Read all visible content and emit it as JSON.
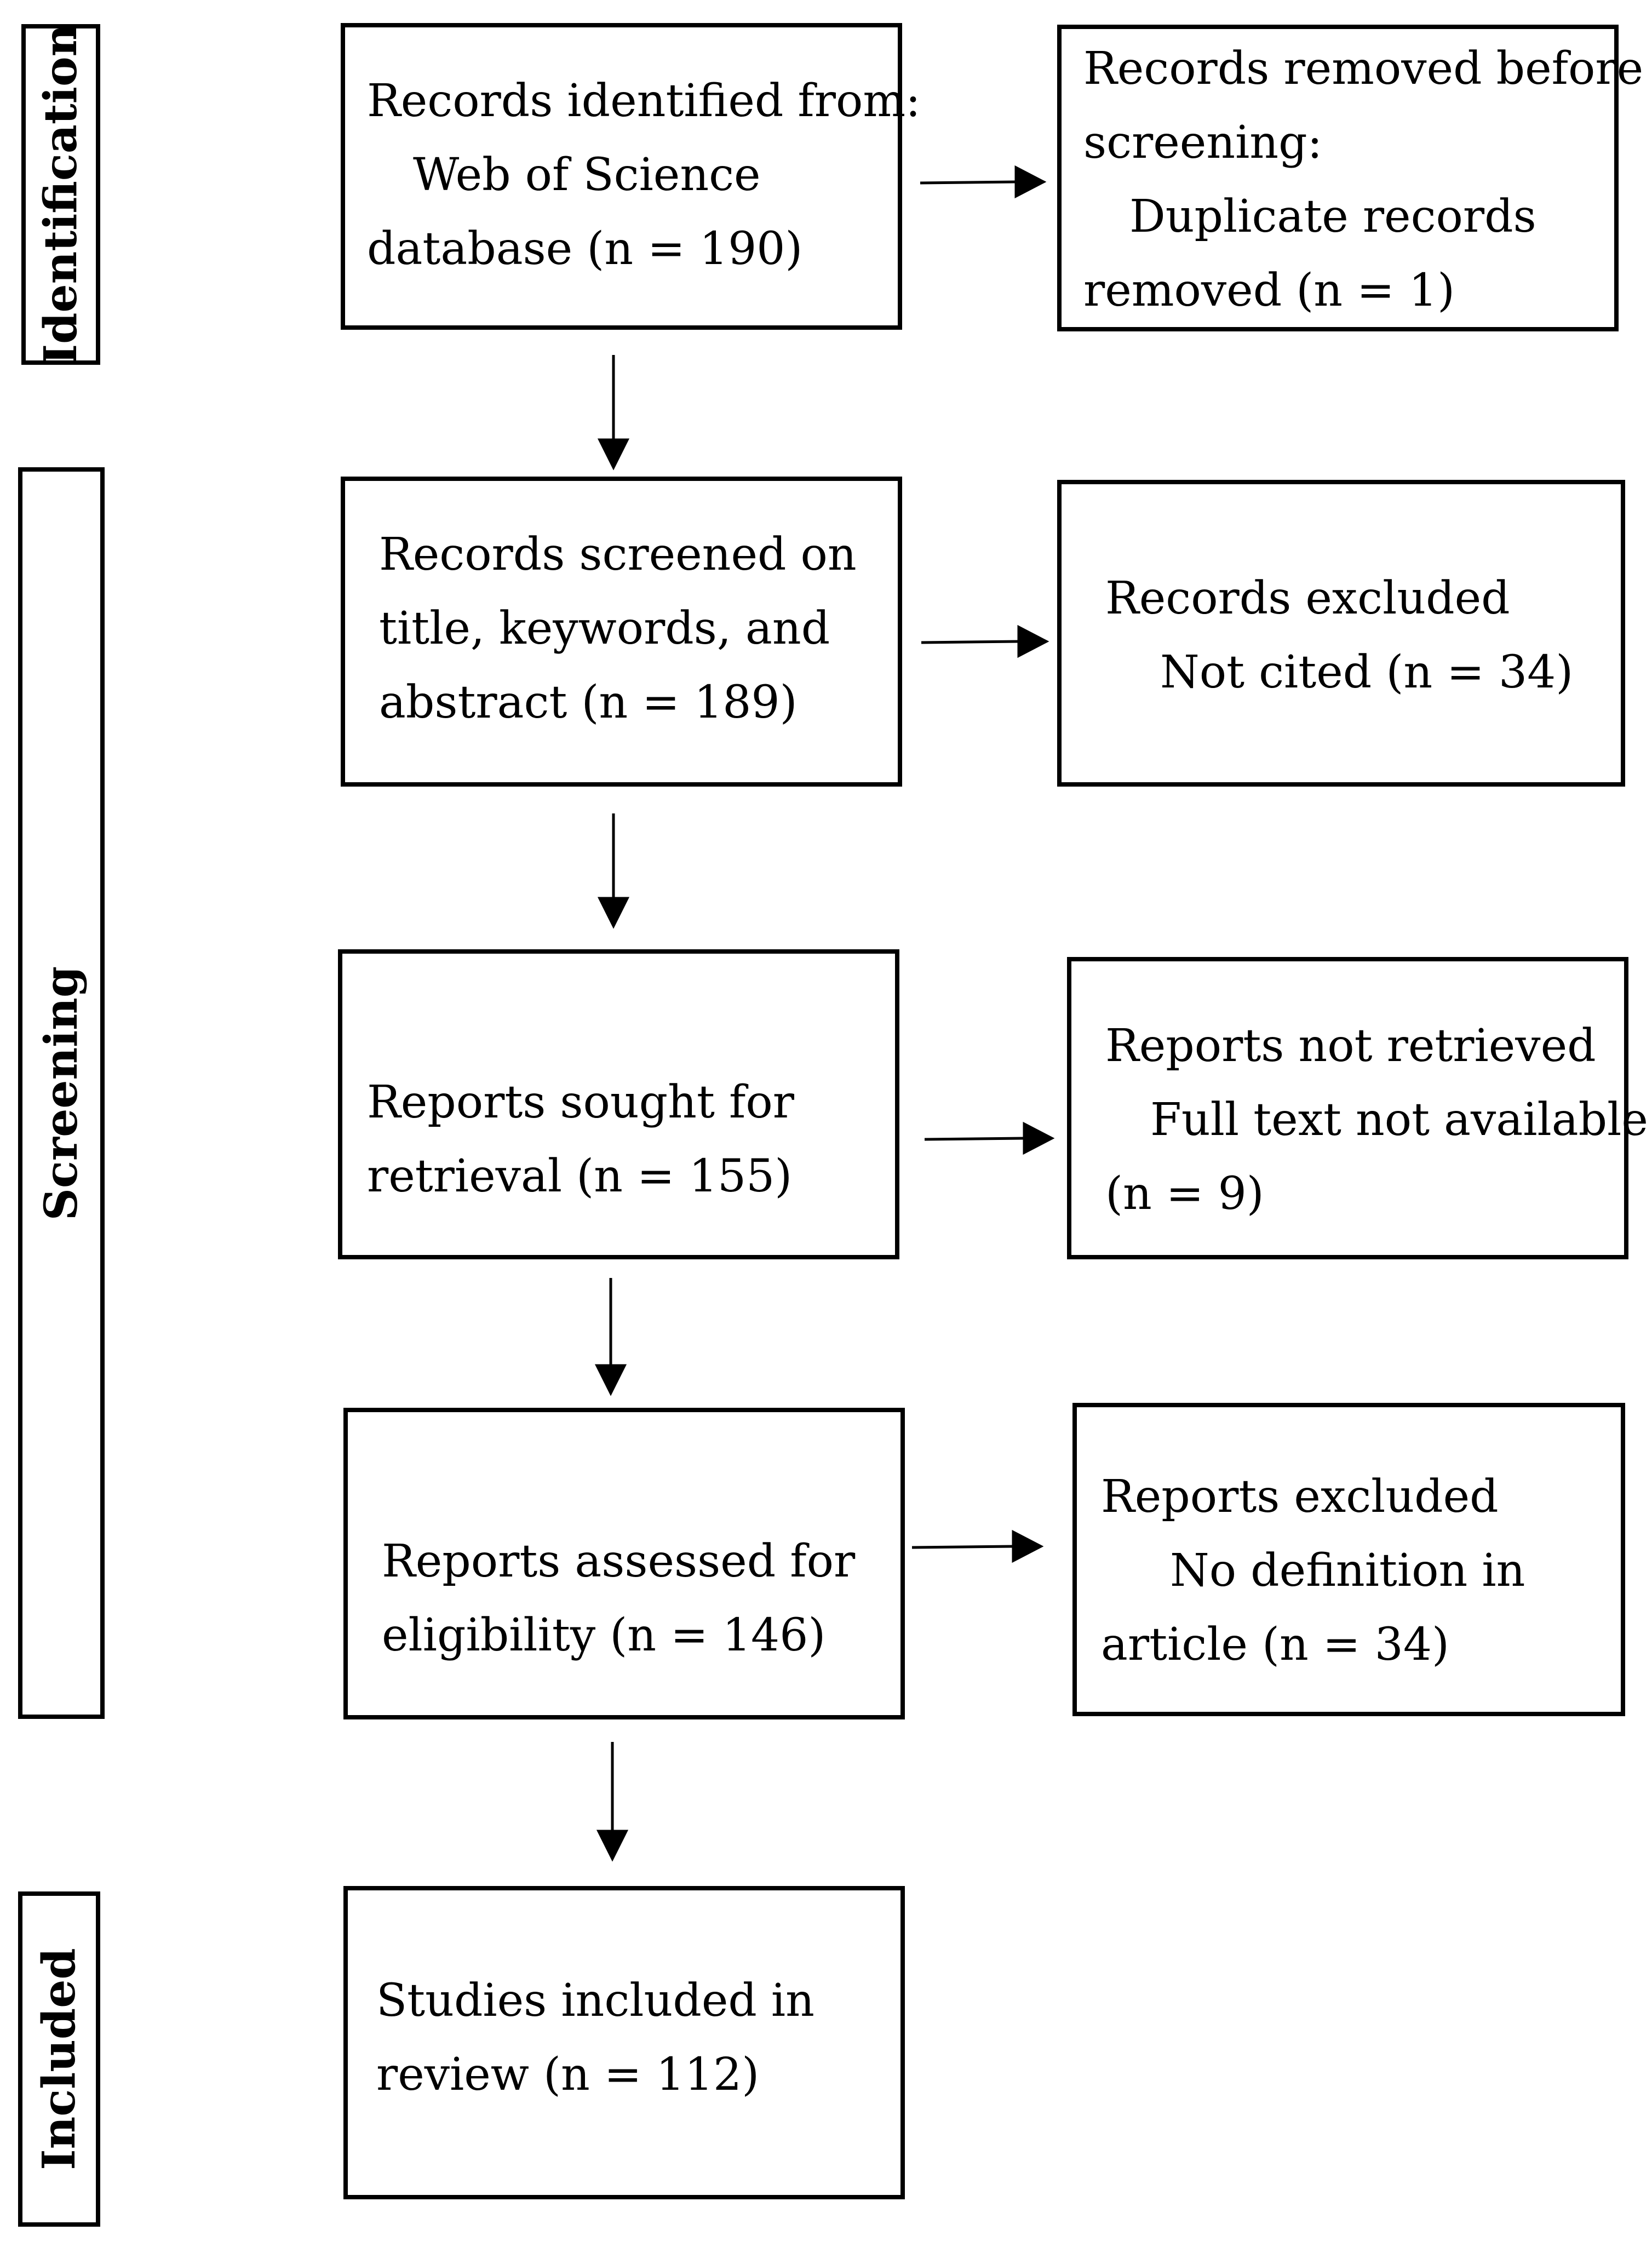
{
  "phases": {
    "identification": "Identification",
    "screening": "Screening",
    "included": "Included"
  },
  "boxes": {
    "identified": [
      "Records identified from:",
      "Web of Science",
      "database (n = 190)"
    ],
    "removed": [
      "Records removed before",
      "screening:",
      "Duplicate records",
      "removed (n = 1)"
    ],
    "screened": [
      "Records screened on",
      "title, keywords, and",
      "abstract (n = 189)"
    ],
    "excluded_records": [
      "Records excluded",
      "Not cited (n = 34)"
    ],
    "sought": [
      "Reports sought for",
      "retrieval (n = 155)"
    ],
    "not_retrieved": [
      "Reports not retrieved",
      "Full text not available",
      "(n = 9)"
    ],
    "assessed": [
      "Reports assessed for",
      "eligibility (n = 146)"
    ],
    "excluded_reports": [
      "Reports excluded",
      "No definition in",
      "article (n = 34)"
    ],
    "included": [
      "Studies included in",
      "review (n = 112)"
    ]
  }
}
